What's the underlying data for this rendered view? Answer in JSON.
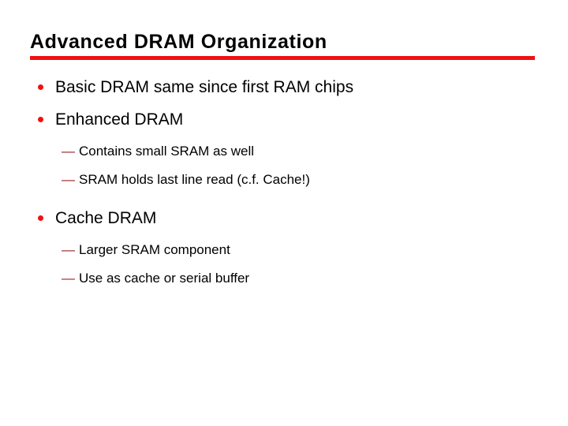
{
  "slide": {
    "title": "Advanced DRAM Organization",
    "accent_color": "#ee1111",
    "sub_marker_color": "#992222",
    "text_color": "#000000",
    "background_color": "#ffffff",
    "rule": {
      "label": "title-underline-rule",
      "color": "#ee1111"
    },
    "bullets": [
      {
        "level": 1,
        "marker": "red-dot",
        "text": "Basic DRAM same since first RAM chips"
      },
      {
        "level": 1,
        "marker": "red-dot",
        "text": "Enhanced DRAM"
      },
      {
        "level": 2,
        "marker": "—",
        "text": "Contains small SRAM as well"
      },
      {
        "level": 2,
        "marker": "—",
        "text": "SRAM holds last line read (c.f. Cache!)"
      },
      {
        "level": 1,
        "marker": "red-dot",
        "text": "Cache DRAM"
      },
      {
        "level": 2,
        "marker": "—",
        "text": "Larger SRAM component"
      },
      {
        "level": 2,
        "marker": "—",
        "text": "Use as cache or serial buffer"
      }
    ]
  }
}
